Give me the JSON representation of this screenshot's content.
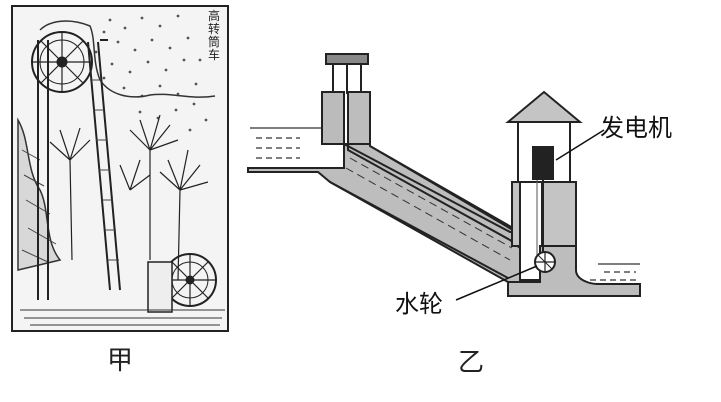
{
  "painting": {
    "inscription": "高转筒车",
    "caption": "甲"
  },
  "diagram": {
    "caption": "乙",
    "generator_label": "发电机",
    "waterwheel_label": "水轮"
  }
}
